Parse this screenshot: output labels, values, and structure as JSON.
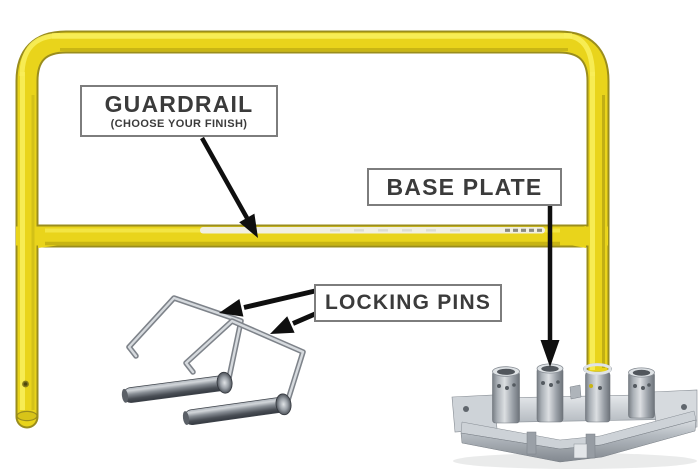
{
  "diagram": {
    "type": "product-callout-diagram",
    "subject": "safety guardrail with base plate and locking pins",
    "labels": {
      "guardrail": {
        "title": "GUARDRAIL",
        "subtitle": "(CHOOSE YOUR FINISH)"
      },
      "base_plate": {
        "title": "BASE PLATE"
      },
      "locking_pins": {
        "title": "LOCKING PINS"
      }
    },
    "parts": {
      "guardrail_rail": "yellow tubular guardrail frame with mid rail",
      "base_plate_part": "galvanized four-socket base plate",
      "locking_pins_part": "two galvanized locking pins with wire lock handles"
    },
    "colors": {
      "background": "#ffffff",
      "rail_yellow": "#e9d41b",
      "rail_highlight": "#f8ee5a",
      "rail_edge_dark": "#9a8d1d",
      "rail_shadow": "#c3b013",
      "label_bg": "#ffffff",
      "label_border": "#7d7d7d",
      "label_text": "#3b3b3b",
      "arrow_black": "#0f0f0f",
      "metal_light": "#dfe3e6",
      "metal_mid": "#aab0b6",
      "metal_dark": "#545a60",
      "sticker_white": "#f1f0ea"
    }
  }
}
